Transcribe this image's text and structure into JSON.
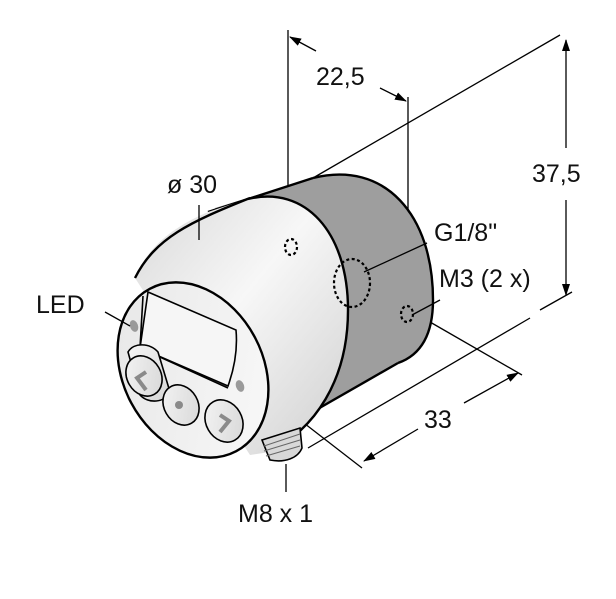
{
  "figure": {
    "type": "isometric dimensional drawing",
    "subject": "pressure sensor with display and three push buttons"
  },
  "colors": {
    "background": "#ffffff",
    "line": "#000000",
    "housing_dark": "#9e9e9e",
    "housing_light": "#f2f2f2",
    "led": "#9a9a9a"
  },
  "labels": {
    "dim_depth_offset": "22,5",
    "dim_height": "37,5",
    "dim_diameter": "ø 30",
    "dim_length": "33",
    "thread_process": "G1/8\"",
    "thread_mount": "M3 (2 x)",
    "led": "LED",
    "connector": "M8 x 1"
  },
  "buttons": [
    {
      "name": "left",
      "glyph": "<"
    },
    {
      "name": "center",
      "glyph": "•"
    },
    {
      "name": "right",
      "glyph": ">"
    }
  ]
}
